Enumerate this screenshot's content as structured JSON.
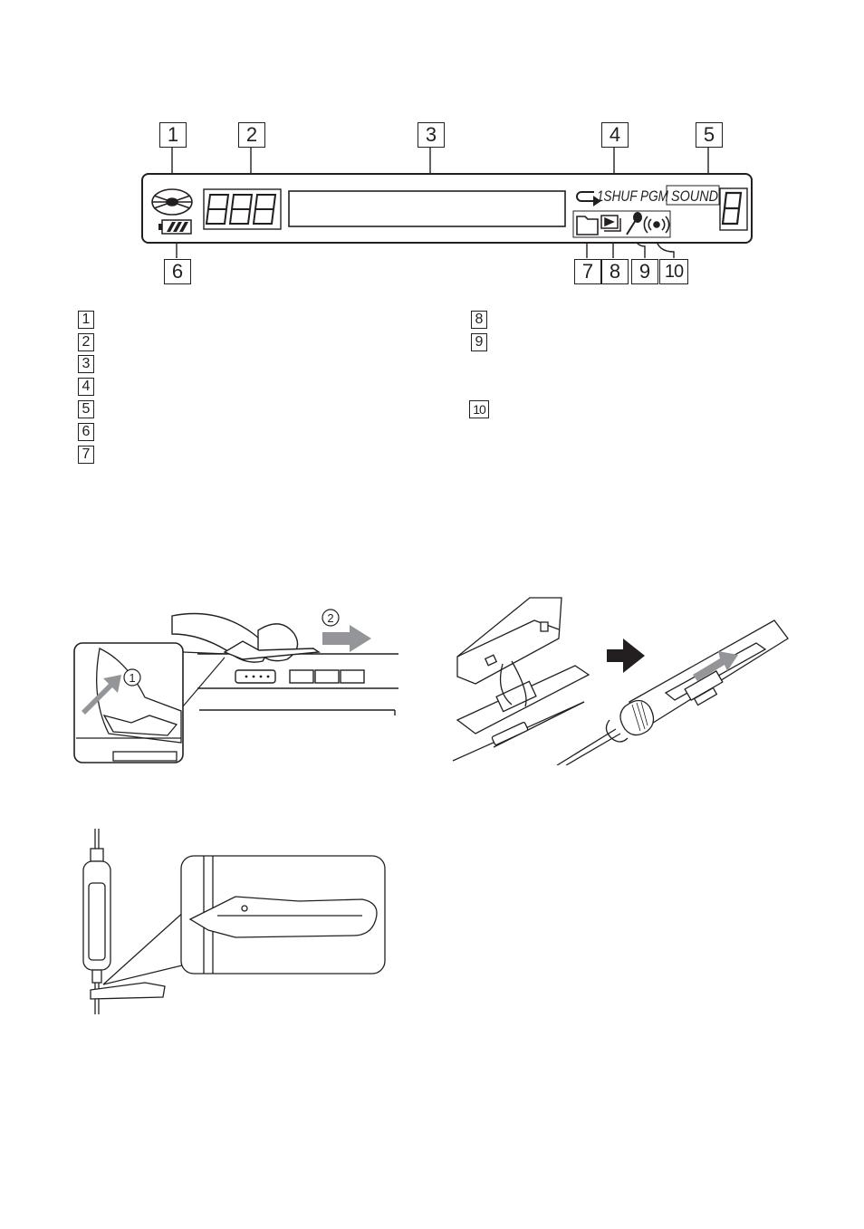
{
  "display": {
    "callouts_top": [
      "1",
      "2",
      "3",
      "4",
      "5"
    ],
    "callouts_bottom": [
      "6",
      "7",
      "8",
      "9",
      "10"
    ],
    "segments": {
      "track_digits": "888",
      "sound_digit": "8"
    },
    "indicators": {
      "repeat_one_shuffle_program": "1SHUF PGM",
      "sound": "SOUND"
    },
    "icons": [
      "disc-icon",
      "battery-icon",
      "repeat-arrow-icon",
      "folder-icon",
      "playlist-icon",
      "mic-icon",
      "broadcast-icon"
    ]
  },
  "legend": {
    "left": [
      "1",
      "2",
      "3",
      "4",
      "5",
      "6",
      "7"
    ],
    "right": [
      "8",
      "9",
      "10"
    ]
  },
  "figures": {
    "clip_removal": {
      "steps": [
        "1",
        "2"
      ]
    },
    "clip_attach": {
      "arrow": "right-arrow-icon"
    },
    "clip_on_cord": {}
  }
}
